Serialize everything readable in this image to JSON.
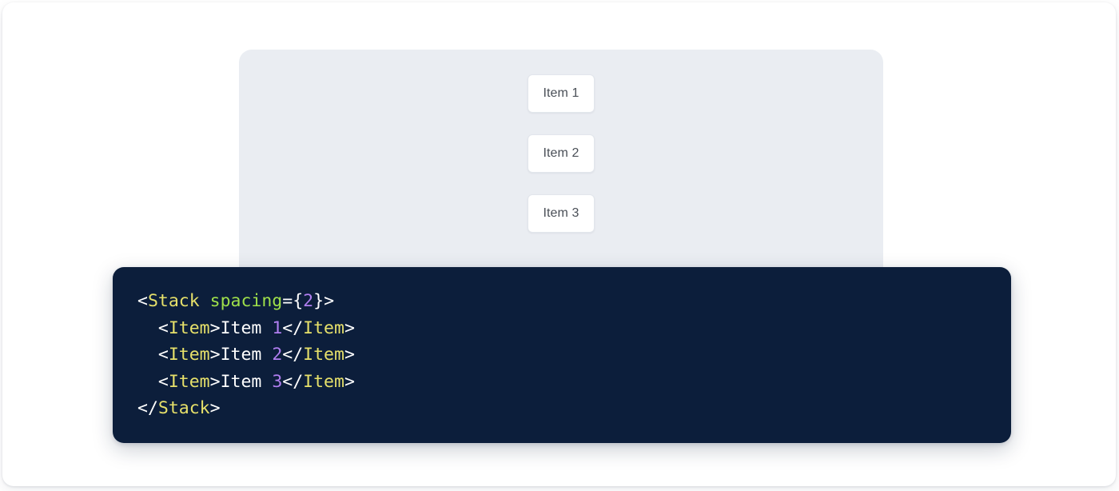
{
  "preview": {
    "panel_bg": "#eaedf2",
    "items": [
      {
        "label": "Item 1"
      },
      {
        "label": "Item 2"
      },
      {
        "label": "Item 3"
      }
    ]
  },
  "code": {
    "background": "#0c1e3b",
    "language": "jsx",
    "colors": {
      "plain": "#ffffff",
      "tag": "#e6e06a",
      "attribute": "#9fe04a",
      "number": "#b07ef0"
    },
    "lines": [
      {
        "indent": "",
        "tokens": [
          {
            "t": "<",
            "c": "plain"
          },
          {
            "t": "Stack",
            "c": "tag"
          },
          {
            "t": " ",
            "c": "plain"
          },
          {
            "t": "spacing",
            "c": "attr"
          },
          {
            "t": "=",
            "c": "plain"
          },
          {
            "t": "{",
            "c": "plain"
          },
          {
            "t": "2",
            "c": "num"
          },
          {
            "t": "}",
            "c": "plain"
          },
          {
            "t": ">",
            "c": "plain"
          }
        ]
      },
      {
        "indent": "  ",
        "tokens": [
          {
            "t": "<",
            "c": "plain"
          },
          {
            "t": "Item",
            "c": "tag"
          },
          {
            "t": ">",
            "c": "plain"
          },
          {
            "t": "Item ",
            "c": "text"
          },
          {
            "t": "1",
            "c": "num"
          },
          {
            "t": "</",
            "c": "plain"
          },
          {
            "t": "Item",
            "c": "tag"
          },
          {
            "t": ">",
            "c": "plain"
          }
        ]
      },
      {
        "indent": "  ",
        "tokens": [
          {
            "t": "<",
            "c": "plain"
          },
          {
            "t": "Item",
            "c": "tag"
          },
          {
            "t": ">",
            "c": "plain"
          },
          {
            "t": "Item ",
            "c": "text"
          },
          {
            "t": "2",
            "c": "num"
          },
          {
            "t": "</",
            "c": "plain"
          },
          {
            "t": "Item",
            "c": "tag"
          },
          {
            "t": ">",
            "c": "plain"
          }
        ]
      },
      {
        "indent": "  ",
        "tokens": [
          {
            "t": "<",
            "c": "plain"
          },
          {
            "t": "Item",
            "c": "tag"
          },
          {
            "t": ">",
            "c": "plain"
          },
          {
            "t": "Item ",
            "c": "text"
          },
          {
            "t": "3",
            "c": "num"
          },
          {
            "t": "</",
            "c": "plain"
          },
          {
            "t": "Item",
            "c": "tag"
          },
          {
            "t": ">",
            "c": "plain"
          }
        ]
      },
      {
        "indent": "",
        "tokens": [
          {
            "t": "</",
            "c": "plain"
          },
          {
            "t": "Stack",
            "c": "tag"
          },
          {
            "t": ">",
            "c": "plain"
          }
        ]
      }
    ]
  }
}
